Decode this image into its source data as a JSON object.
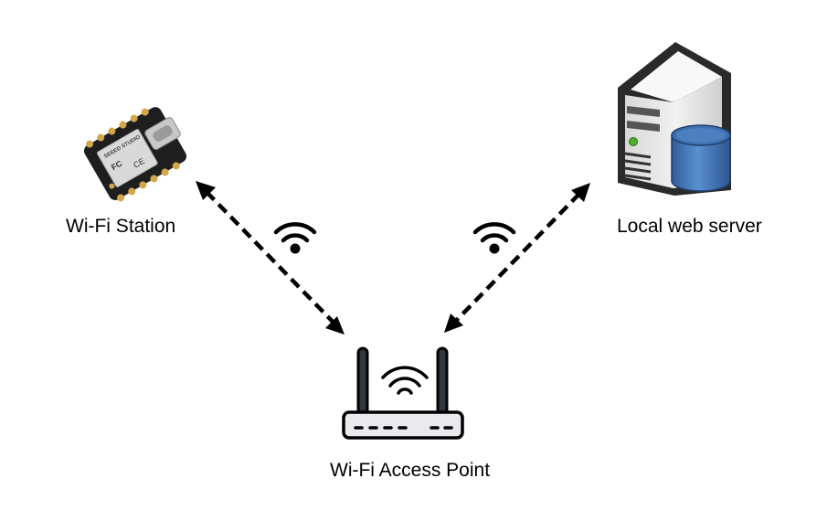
{
  "nodes": {
    "station": {
      "label": "Wi-Fi Station",
      "chip_text": "SEEED STUDIO"
    },
    "server": {
      "label": "Local web server"
    },
    "access_point": {
      "label": "Wi-Fi Access Point"
    }
  },
  "links": [
    {
      "from": "station",
      "to": "access_point",
      "style": "dashed",
      "arrows": "both",
      "icon": "wifi-icon"
    },
    {
      "from": "server",
      "to": "access_point",
      "style": "dashed",
      "arrows": "both",
      "icon": "wifi-icon"
    }
  ],
  "colors": {
    "line": "#000000",
    "server_body": "#e6e6e6",
    "database": "#3d6fb0",
    "led": "#4caf2a",
    "pcb": "#222222",
    "pads": "#d4a64a",
    "router_body": "#e9e9ee",
    "antenna": "#2e3640"
  }
}
